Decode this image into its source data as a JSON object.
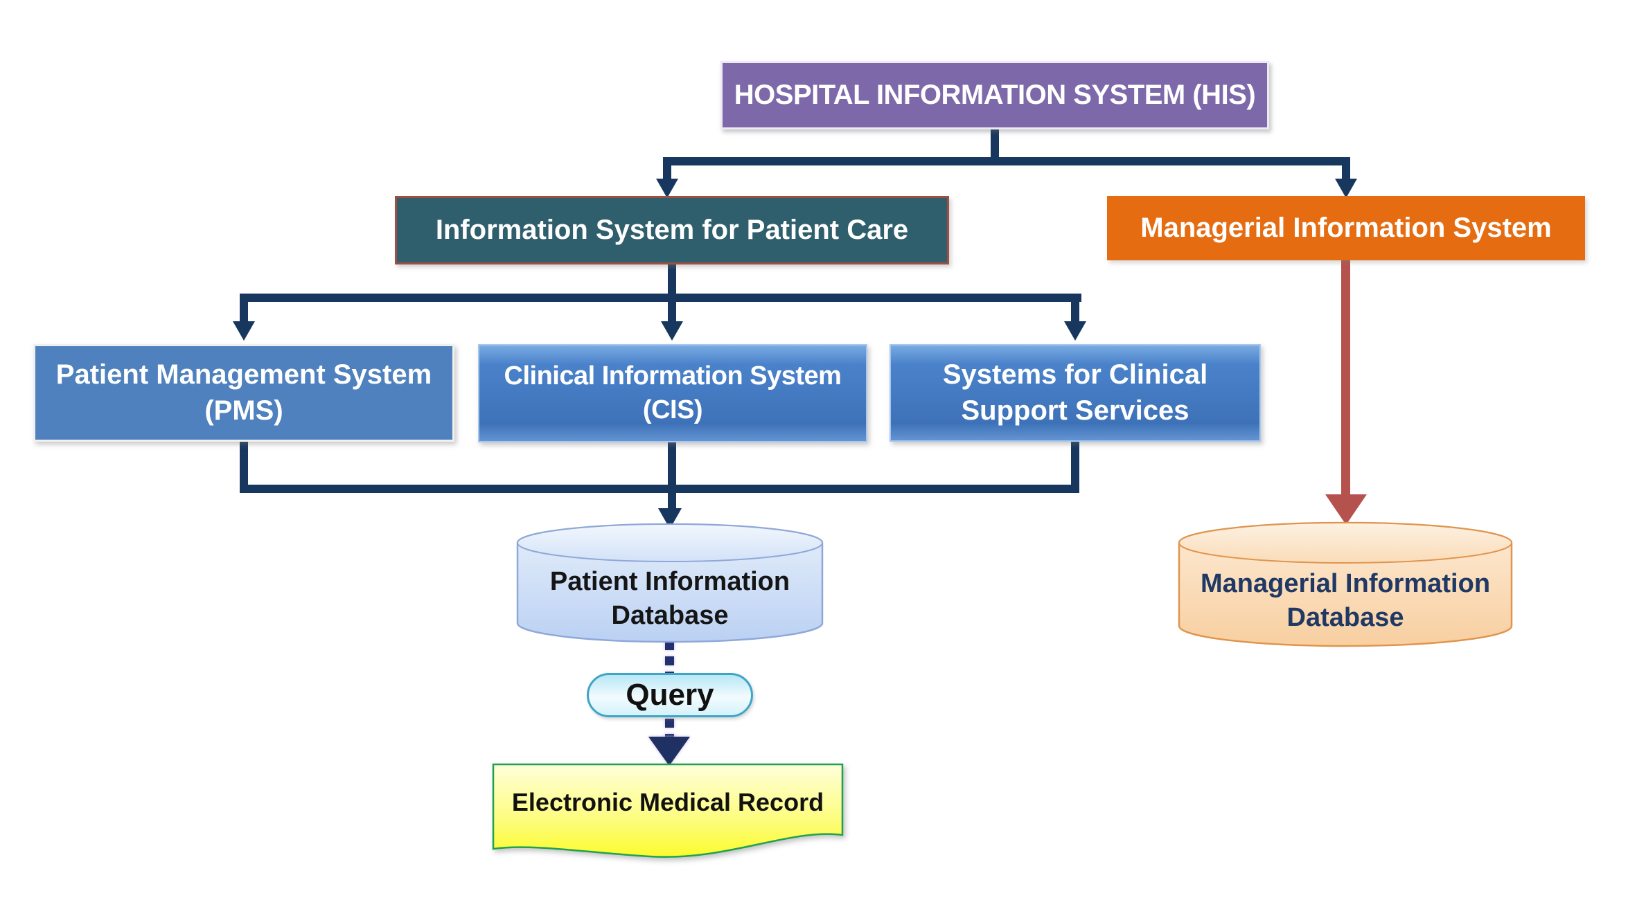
{
  "diagram": {
    "title": "Hospital Information System hierarchy diagram",
    "nodes": {
      "his": {
        "label": "HOSPITAL INFORMATION SYSTEM (HIS)",
        "color": "#7D68A9"
      },
      "patient_care": {
        "label": "Information System for Patient Care",
        "color": "#2F5F6C",
        "border_color": "#9E4F44"
      },
      "managerial": {
        "label": "Managerial Information System",
        "color": "#E56C11"
      },
      "pms": {
        "line1": "Patient Management System",
        "line2": "(PMS)",
        "color": "#4E81BD"
      },
      "cis": {
        "line1": "Clinical Information System",
        "line2": "(CIS)",
        "color": "#4A82CA"
      },
      "support": {
        "line1": "Systems for Clinical",
        "line2": "Support Services",
        "color": "#4A82CA"
      },
      "patient_db": {
        "line1": "Patient Information",
        "line2": "Database",
        "shape": "cylinder",
        "color": "#CBDCF6",
        "border_color": "#8FA8D8"
      },
      "query": {
        "label": "Query",
        "shape": "rounded",
        "color": "#C5EEF9",
        "border_color": "#3EA5C6"
      },
      "emr": {
        "label": "Electronic Medical Record",
        "shape": "wave-document",
        "color": "#FCFC3C",
        "border_color": "#1FA24E"
      },
      "managerial_db": {
        "line1": "Managerial Information",
        "line2": "Database",
        "shape": "cylinder",
        "color": "#FAD8B2",
        "border_color": "#E0954E"
      }
    },
    "connectors": {
      "hierarchy_color": "#17375E",
      "managerial_arrow_color": "#B5524E",
      "query_flow_color": "#1F3062",
      "query_flow_style": "dashed"
    }
  }
}
